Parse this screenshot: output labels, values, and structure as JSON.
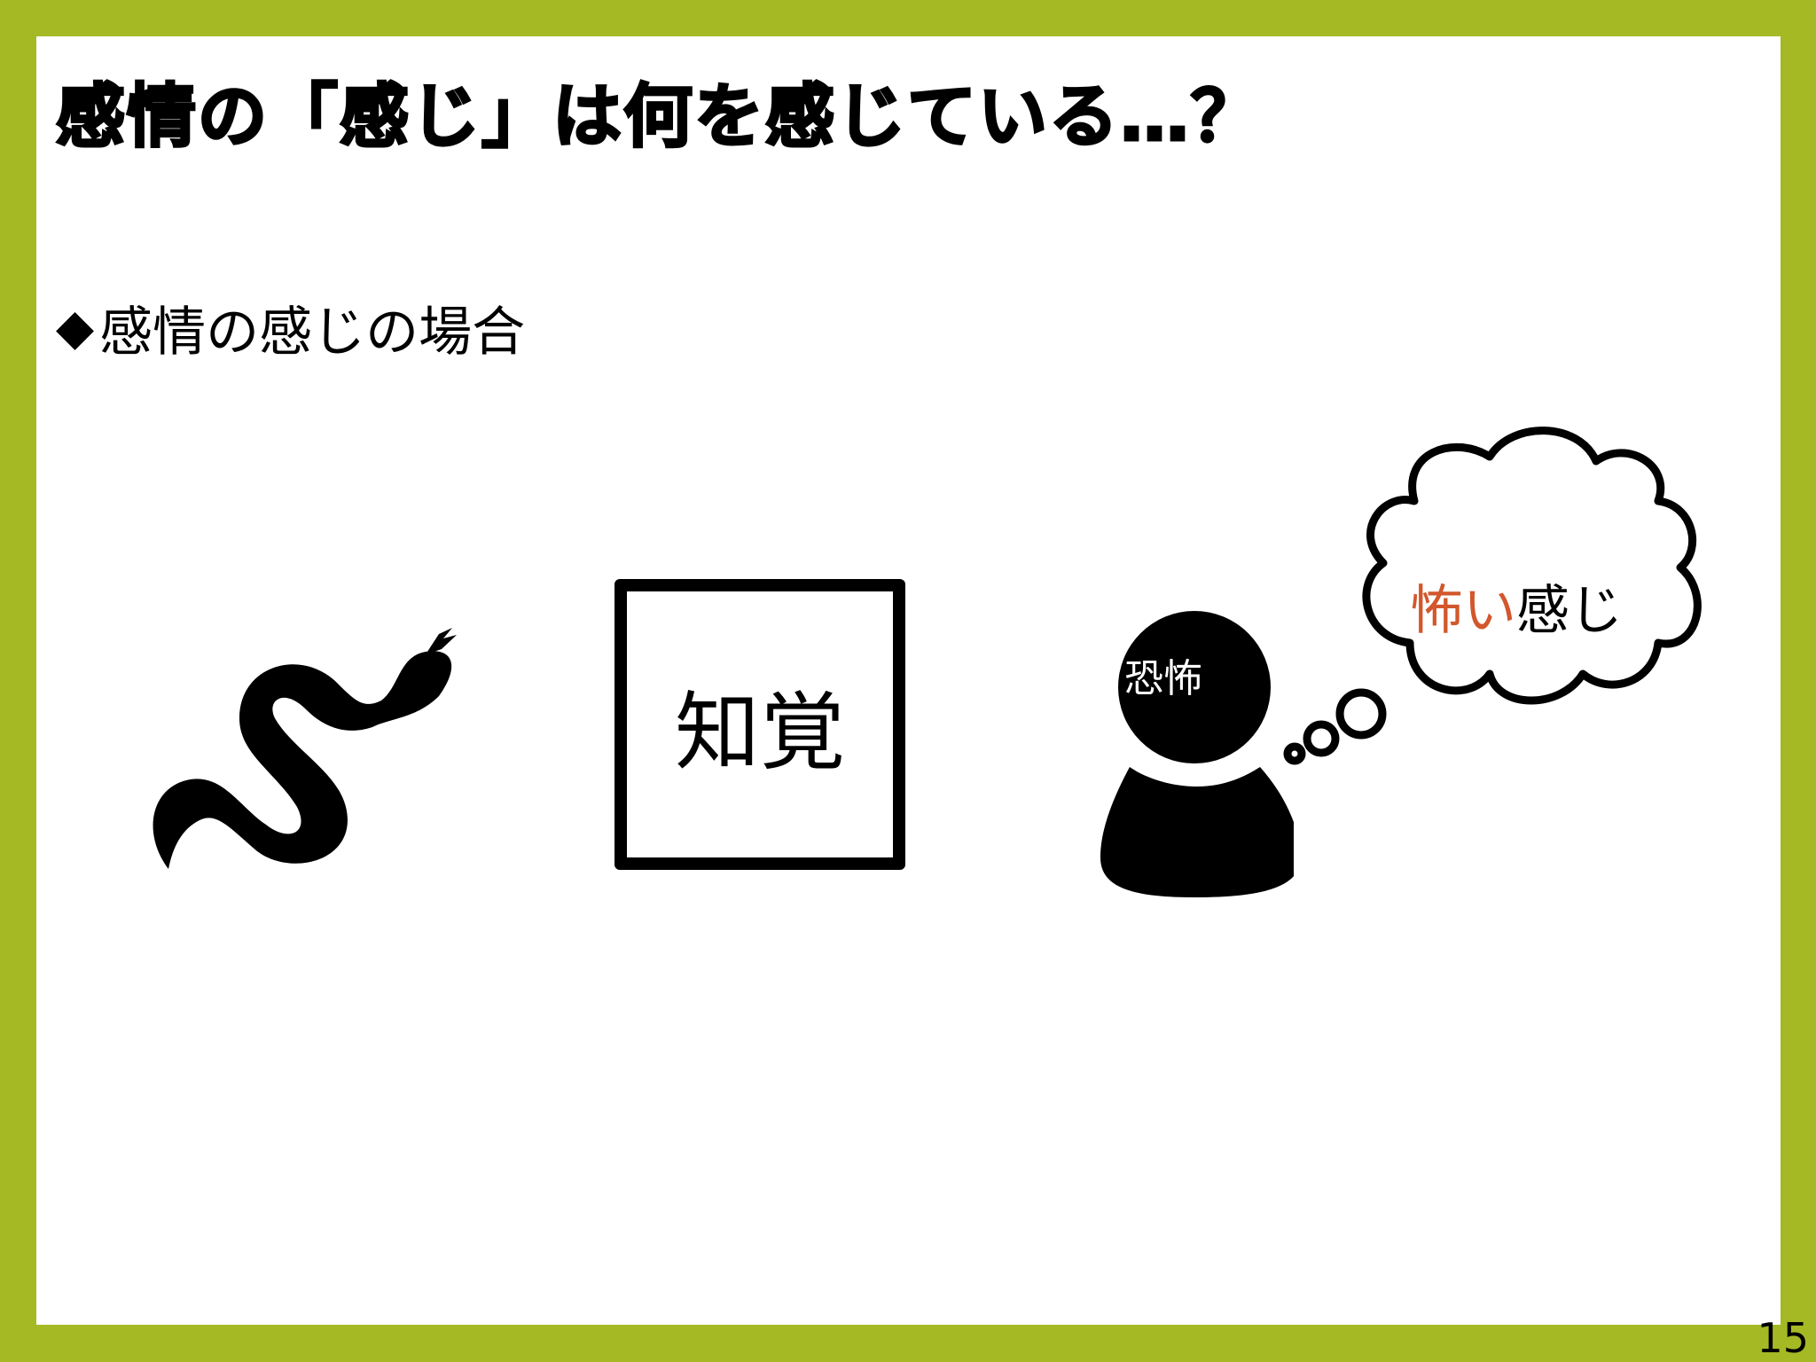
{
  "title": "感情の「感じ」は何を感じている…？",
  "bullet": {
    "marker": "◆",
    "text": "感情の感じの場合"
  },
  "perception_box": {
    "label": "知覚"
  },
  "person": {
    "label": "恐怖"
  },
  "thought_bubble": {
    "accent_text": "怖い",
    "rest_text": "感じ",
    "accent_color": "#d2572c"
  },
  "page_number": "15",
  "colors": {
    "border": "#a5b925",
    "background": "#ffffff"
  },
  "icons": [
    "snake-icon",
    "person-icon",
    "thought-cloud-icon"
  ]
}
